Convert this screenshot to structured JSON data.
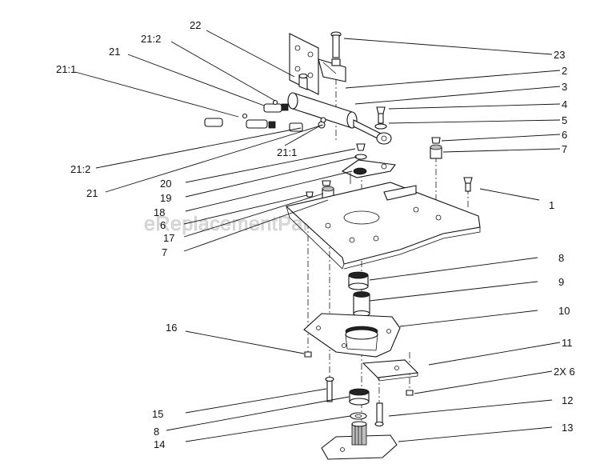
{
  "watermark": "eReplacementParts.com",
  "callouts": {
    "c23": "23",
    "c2": "2",
    "c3": "3",
    "c4": "4",
    "c5": "5",
    "c6a": "6",
    "c7a": "7",
    "c1": "1",
    "c8a": "8",
    "c9": "9",
    "c10": "10",
    "c11": "11",
    "c2x6": "2X 6",
    "c12": "12",
    "c13": "13",
    "c22": "22",
    "c21_2a": "21:2",
    "c21a": "21",
    "c21_1a": "21:1",
    "c21_1b": "21:1",
    "c21_2b": "21:2",
    "c21b": "21",
    "c20": "20",
    "c19": "19",
    "c18": "18",
    "c6b": "6",
    "c17": "17",
    "c7b": "7",
    "c16": "16",
    "c15": "15",
    "c8b": "8",
    "c14": "14"
  }
}
